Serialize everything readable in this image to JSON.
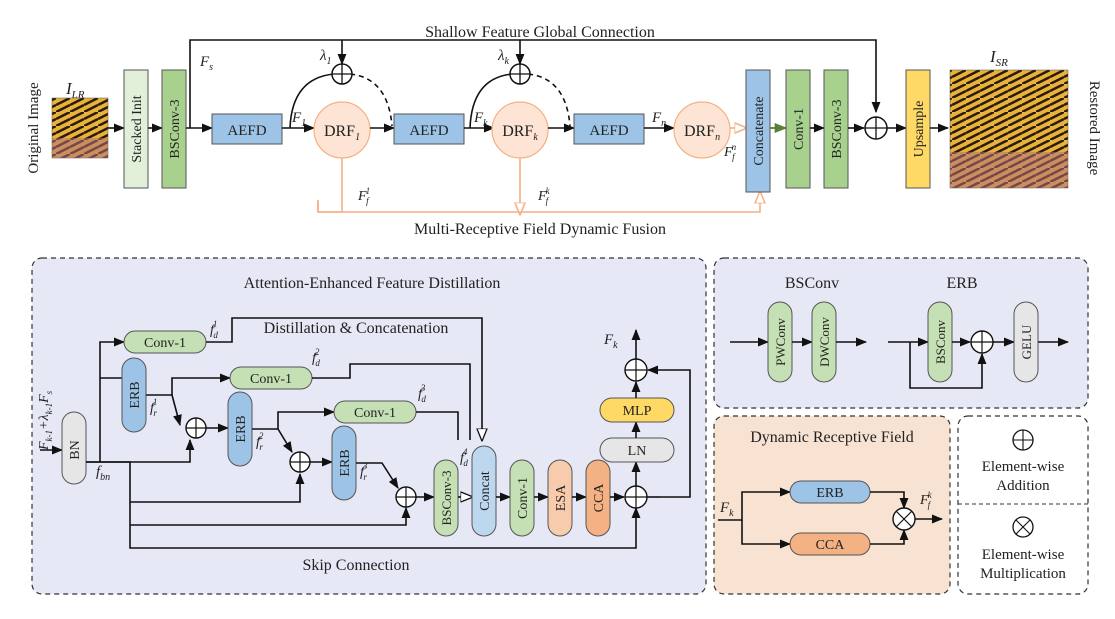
{
  "top": {
    "global_conn": "Shallow Feature Global Connection",
    "fusion": "Multi-Receptive Field Dynamic Fusion",
    "original": "Original Image",
    "restored": "Restored Image",
    "i_lr": "I",
    "i_lr_sub": "LR",
    "i_sr": "I",
    "i_sr_sub": "SR",
    "stacked_init": "Stacked Init",
    "bsconv3": "BSConv-3",
    "aefd": "AEFD",
    "drf1": "DRF",
    "drf1_sub": "1",
    "drfk": "DRF",
    "drfk_sub": "k",
    "drfn": "DRF",
    "drfn_sub": "n",
    "concatenate": "Concatenate",
    "conv1": "Conv-1",
    "upsample": "Upsample",
    "fs": "F",
    "fs_sub": "s",
    "f1": "F",
    "f1_sub": "1",
    "fk": "F",
    "fk_sub": "k",
    "fn": "F",
    "fn_sub": "n",
    "lambda1": "λ",
    "lambda1_sub": "1",
    "lambdak": "λ",
    "lambdak_sub": "k",
    "ff1": "F",
    "ff1_sub": "f",
    "ff1_sup": "1",
    "ffk": "F",
    "ffk_sub": "f",
    "ffk_sup": "k",
    "ffn": "F",
    "ffn_sub": "f",
    "ffn_sup": "n"
  },
  "aefd": {
    "title": "Attention-Enhanced Feature Distillation",
    "distill": "Distillation & Concatenation",
    "skip": "Skip Connection",
    "input_label": "F",
    "input_sub1": "k-1",
    "input_plus": "+λ",
    "input_sub2": "k-1",
    "input_fs": "F",
    "input_fs_sub": "s",
    "bn": "BN",
    "fbn": "f",
    "fbn_sub": "bn",
    "conv1": "Conv-1",
    "erb": "ERB",
    "bsconv3": "BSConv-3",
    "concat": "Concat",
    "esa": "ESA",
    "cca": "CCA",
    "ln": "LN",
    "mlp": "MLP",
    "fk": "F",
    "fk_sub": "k",
    "fd": "f",
    "fd_sub": "d",
    "fd1_sup": "1",
    "fd2_sup": "2",
    "fd3_sup": "3",
    "fd4_sup": "4",
    "fr": "f",
    "fr_sub": "r",
    "fr1_sup": "1",
    "fr2_sup": "2",
    "fr3_sup": "3"
  },
  "bsconv_panel": {
    "title": "BSConv",
    "pw": "PWConv",
    "dw": "DWConv"
  },
  "erb_panel": {
    "title": "ERB",
    "bsconv": "BSConv",
    "gelu": "GELU"
  },
  "drf_panel": {
    "title": "Dynamic Receptive Field",
    "fk": "F",
    "fk_sub": "k",
    "erb": "ERB",
    "cca": "CCA",
    "ff": "F",
    "ff_sub": "f",
    "ff_sup": "k"
  },
  "legend": {
    "add_line1": "Element-wise",
    "add_line2": "Addition",
    "mul_line1": "Element-wise",
    "mul_line2": "Multiplication"
  },
  "colors": {
    "blue": "#c5d9f1",
    "green": "#d6e8c8",
    "orange_soft": "#fde4d4",
    "yellow": "#ffd966",
    "panel_blue": "#e6e8f6",
    "panel_orange": "#f8e3d3"
  }
}
